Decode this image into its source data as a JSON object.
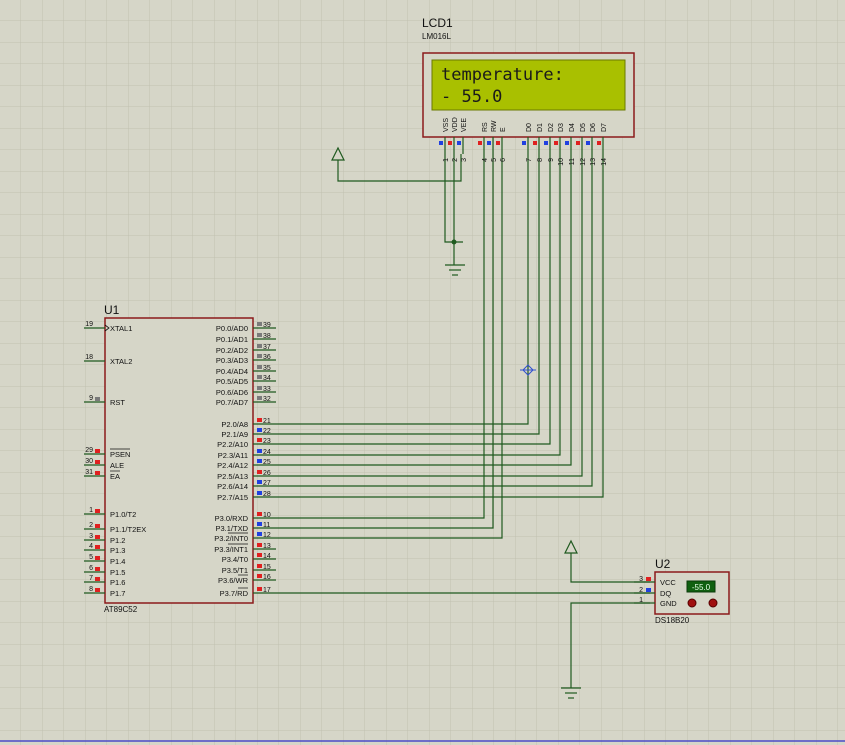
{
  "lcd": {
    "ref": "LCD1",
    "part": "LM016L",
    "line1": "temperature:",
    "line2": "- 55.0",
    "pins": [
      {
        "name": "VSS",
        "num": "1"
      },
      {
        "name": "VDD",
        "num": "2"
      },
      {
        "name": "VEE",
        "num": "3"
      },
      {
        "name": "RS",
        "num": "4"
      },
      {
        "name": "RW",
        "num": "5"
      },
      {
        "name": "E",
        "num": "6"
      },
      {
        "name": "D0",
        "num": "7"
      },
      {
        "name": "D1",
        "num": "8"
      },
      {
        "name": "D2",
        "num": "9"
      },
      {
        "name": "D3",
        "num": "10"
      },
      {
        "name": "D4",
        "num": "11"
      },
      {
        "name": "D5",
        "num": "12"
      },
      {
        "name": "D6",
        "num": "13"
      },
      {
        "name": "D7",
        "num": "14"
      }
    ]
  },
  "mcu": {
    "ref": "U1",
    "part": "AT89C52",
    "left_pins": [
      {
        "num": "19",
        "label": "XTAL1"
      },
      {
        "num": "18",
        "label": "XTAL2"
      },
      {
        "num": "9",
        "label": "RST"
      },
      {
        "num": "29",
        "label": "PSEN"
      },
      {
        "num": "30",
        "label": "ALE"
      },
      {
        "num": "31",
        "label": "EA"
      },
      {
        "num": "1",
        "label": "P1.0/T2"
      },
      {
        "num": "2",
        "label": "P1.1/T2EX"
      },
      {
        "num": "3",
        "label": "P1.2"
      },
      {
        "num": "4",
        "label": "P1.3"
      },
      {
        "num": "5",
        "label": "P1.4"
      },
      {
        "num": "6",
        "label": "P1.5"
      },
      {
        "num": "7",
        "label": "P1.6"
      },
      {
        "num": "8",
        "label": "P1.7"
      }
    ],
    "right_pins": [
      {
        "num": "39",
        "label": "P0.0/AD0"
      },
      {
        "num": "38",
        "label": "P0.1/AD1"
      },
      {
        "num": "37",
        "label": "P0.2/AD2"
      },
      {
        "num": "36",
        "label": "P0.3/AD3"
      },
      {
        "num": "35",
        "label": "P0.4/AD4"
      },
      {
        "num": "34",
        "label": "P0.5/AD5"
      },
      {
        "num": "33",
        "label": "P0.6/AD6"
      },
      {
        "num": "32",
        "label": "P0.7/AD7"
      },
      {
        "num": "21",
        "label": "P2.0/A8"
      },
      {
        "num": "22",
        "label": "P2.1/A9"
      },
      {
        "num": "23",
        "label": "P2.2/A10"
      },
      {
        "num": "24",
        "label": "P2.3/A11"
      },
      {
        "num": "25",
        "label": "P2.4/A12"
      },
      {
        "num": "26",
        "label": "P2.5/A13"
      },
      {
        "num": "27",
        "label": "P2.6/A14"
      },
      {
        "num": "28",
        "label": "P2.7/A15"
      },
      {
        "num": "10",
        "label": "P3.0/RXD"
      },
      {
        "num": "11",
        "label": "P3.1/TXD"
      },
      {
        "num": "12",
        "label": "P3.2/INT0"
      },
      {
        "num": "13",
        "label": "P3.3/INT1"
      },
      {
        "num": "14",
        "label": "P3.4/T0"
      },
      {
        "num": "15",
        "label": "P3.5/T1"
      },
      {
        "num": "16",
        "label": "P3.6/WR"
      },
      {
        "num": "17",
        "label": "P3.7/RD"
      }
    ]
  },
  "sensor": {
    "ref": "U2",
    "part": "DS18B20",
    "reading": "-55.0",
    "pins": [
      {
        "num": "3",
        "label": "VCC"
      },
      {
        "num": "2",
        "label": "DQ"
      },
      {
        "num": "1",
        "label": "GND"
      }
    ]
  },
  "colors": {
    "background": "#d6d6c8",
    "grid": "#c3c3b3",
    "wire": "#1f5a1f",
    "component_border": "#8b1a1a",
    "component_fill": "#d6d6c8",
    "lcd_screen": "#a9c000",
    "pin_red": "#e02020",
    "pin_blue": "#2040e0",
    "pin_grey": "#7a7a7a",
    "sensor_display": "#106010"
  }
}
